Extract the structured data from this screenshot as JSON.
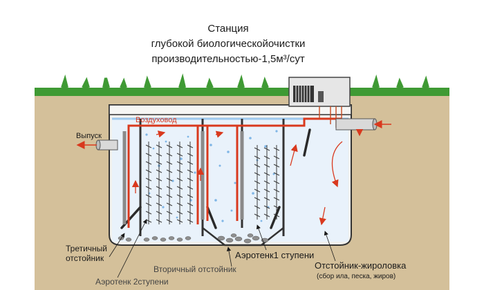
{
  "title": {
    "line1": "Станция",
    "line2": "глубокой биологическойочистки",
    "line3": "производительностью-1,5м³/сут"
  },
  "labels": {
    "air_duct": "Воздуховод",
    "outlet": "Выпуск",
    "tertiary_settler_l1": "Третичный",
    "tertiary_settler_l2": "отстойник",
    "aerotank_2": "Аэротенк 2ступени",
    "secondary_settler": "Вторичный отстойник",
    "aerotank_1": "Аэротенк1 ступени",
    "grease_settler": "Отстойник-жироловка",
    "grease_settler_note": "(сбор ила, песка, жиров)"
  },
  "colors": {
    "air_line": "#d9391e",
    "flow_arrow": "#d9391e",
    "water": "#e9f2fb",
    "water_blue": "#9ec9ee",
    "soil": "#d4c09a",
    "grass": "#3f9a34",
    "tank_wall": "#f1f1ee"
  }
}
